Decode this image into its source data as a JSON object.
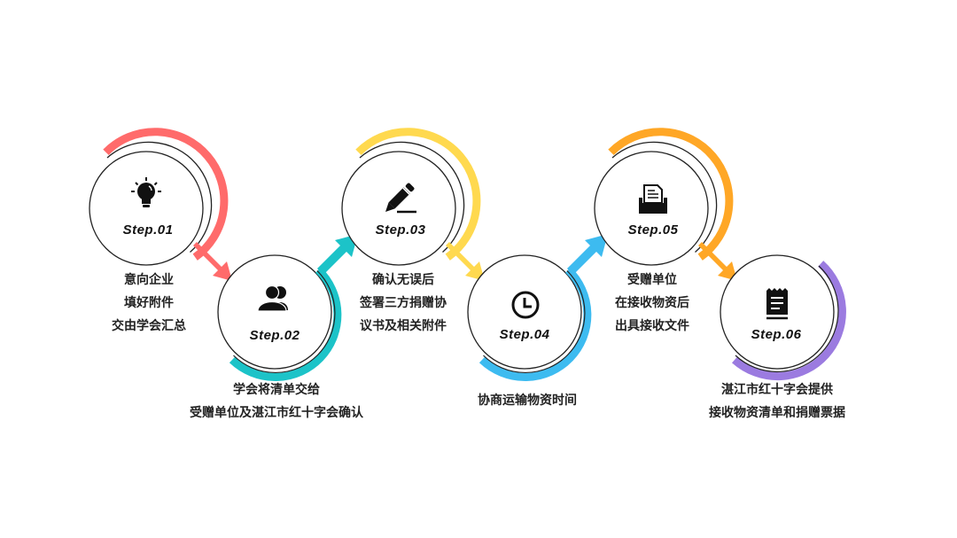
{
  "colors": {
    "step1": "#FF6B6B",
    "step2": "#1CC3C8",
    "step3": "#FFD94F",
    "step4": "#3DBBF0",
    "step5": "#FFA726",
    "step6": "#9B7BE0",
    "circle_stroke": "#222222",
    "text": "#222222"
  },
  "steps": [
    {
      "label": "Step.01",
      "icon": "lightbulb-icon",
      "lines": [
        "意向企业",
        "填好附件",
        "交由学会汇总"
      ]
    },
    {
      "label": "Step.02",
      "icon": "users-icon",
      "lines": [
        "学会将清单交给",
        "受赠单位及湛江市红十字会确认"
      ]
    },
    {
      "label": "Step.03",
      "icon": "pencil-icon",
      "lines": [
        "确认无误后",
        "签署三方捐赠协",
        "议书及相关附件"
      ]
    },
    {
      "label": "Step.04",
      "icon": "clock-icon",
      "lines": [
        "协商运输物资时间"
      ]
    },
    {
      "label": "Step.05",
      "icon": "file-tray-icon",
      "lines": [
        "受赠单位",
        "在接收物资后",
        "出具接收文件"
      ]
    },
    {
      "label": "Step.06",
      "icon": "receipt-icon",
      "lines": [
        "湛江市红十字会提供",
        "接收物资清单和捐赠票据"
      ]
    }
  ]
}
